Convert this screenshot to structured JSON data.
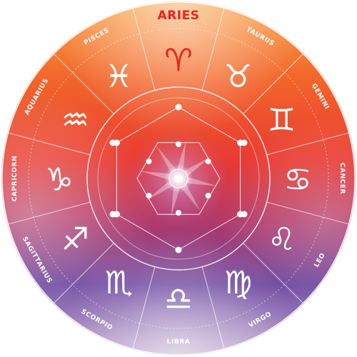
{
  "wheel": {
    "signs": [
      {
        "name": "ARIES",
        "glyph": "♈",
        "icon": "aries-icon",
        "active": true
      },
      {
        "name": "TAURUS",
        "glyph": "♉",
        "icon": "taurus-icon",
        "active": false
      },
      {
        "name": "GEMINI",
        "glyph": "♊",
        "icon": "gemini-icon",
        "active": false
      },
      {
        "name": "CANCER",
        "glyph": "♋",
        "icon": "cancer-icon",
        "active": false
      },
      {
        "name": "LEO",
        "glyph": "♌",
        "icon": "leo-icon",
        "active": false
      },
      {
        "name": "VIRGO",
        "glyph": "♍",
        "icon": "virgo-icon",
        "active": false
      },
      {
        "name": "LIBRA",
        "glyph": "♎",
        "icon": "libra-icon",
        "active": false
      },
      {
        "name": "SCORPIO",
        "glyph": "♏",
        "icon": "scorpio-icon",
        "active": false
      },
      {
        "name": "SAGITTARIUS",
        "glyph": "♐",
        "icon": "sagittarius-icon",
        "active": false
      },
      {
        "name": "CAPRICORN",
        "glyph": "♑",
        "icon": "capricorn-icon",
        "active": false
      },
      {
        "name": "AQUARIUS",
        "glyph": "♒",
        "icon": "aquarius-icon",
        "active": false
      },
      {
        "name": "PISCES",
        "glyph": "♓",
        "icon": "pisces-icon",
        "active": false
      }
    ],
    "colors": {
      "active": "#e8231e",
      "gradient_top": "#f5781e",
      "gradient_mid": "#e83a32",
      "gradient_bottom": "#5a3d9a",
      "highlight_white": "#ffffff"
    },
    "center_icon": "compass-star-icon"
  }
}
